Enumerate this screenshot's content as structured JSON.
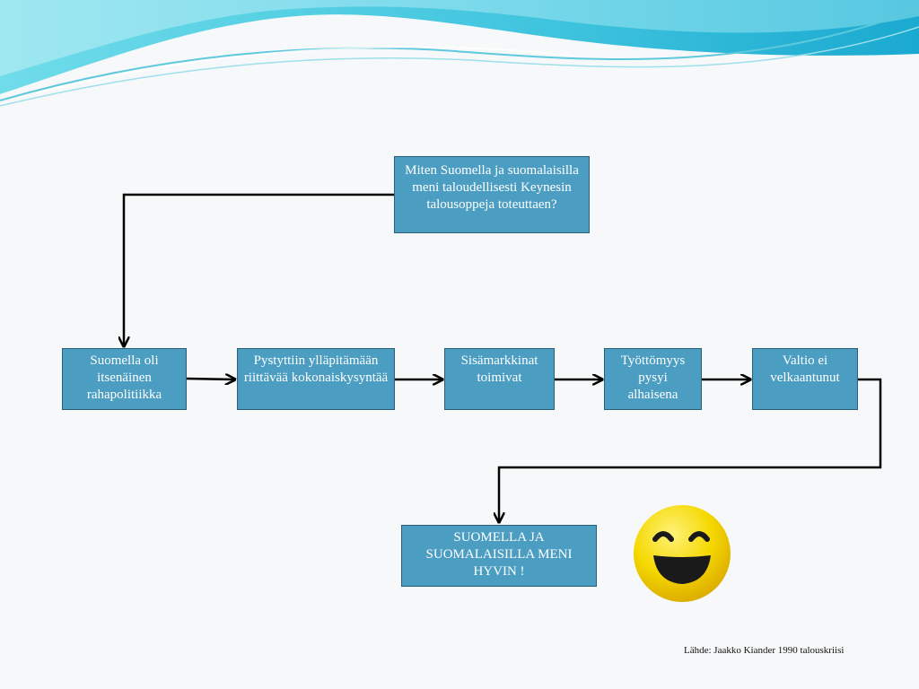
{
  "nodes": {
    "question": "Miten Suomella ja suomalaisilla meni taloudellisesti Keynesin talousoppeja toteuttaen?",
    "monetary_policy": "Suomella oli itsenäinen rahapolitiikka",
    "demand": "Pystyttiin ylläpitämään riittävää kokonaiskysyntää",
    "domestic_market": "Sisämarkkinat toimivat",
    "unemployment": "Työttömyys pysyi alhaisena",
    "state_debt": "Valtio ei velkaantunut",
    "result": "SUOMELLA JA SUOMALAISILLA MENI HYVIN !"
  },
  "source": "Lähde: Jaakko Kiander 1990 talouskriisi",
  "colors": {
    "box_fill": "#4b9dc1",
    "box_border": "#2b5f78",
    "box_text": "#ffffff",
    "arrow": "#000000",
    "smiley": "#f5d800",
    "wave": "#5fd3e6"
  },
  "icons": [
    "smiley-icon",
    "wave-decoration"
  ]
}
